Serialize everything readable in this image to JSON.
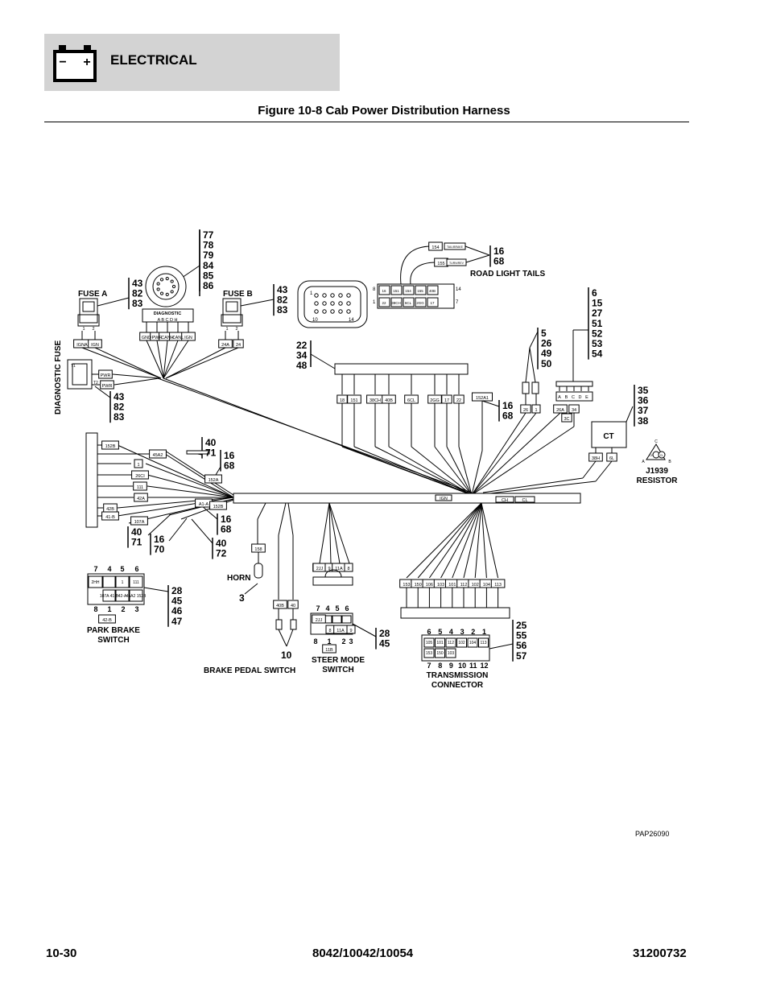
{
  "header": {
    "section": "ELECTRICAL",
    "icon": "battery-icon",
    "battery_minus": "−",
    "battery_plus": "+"
  },
  "figure": {
    "title": "Figure 10-8 Cab Power Distribution Harness",
    "code": "PAP26090"
  },
  "footer": {
    "page": "10-30",
    "models": "8042/10042/10054",
    "doc_number": "31200732"
  },
  "components": {
    "fuse_a": "FUSE A",
    "fuse_b": "FUSE B",
    "diagnostic": "DIAGNOSTIC",
    "diagnostic_pins": "A B C D H",
    "diagnostic_fuse": "DIAGNOSTIC FUSE",
    "road_light_tails": "ROAD LIGHT TAILS",
    "ct": "CT",
    "j1939_line1": "J1939",
    "j1939_line2": "RESISTOR",
    "horn": "HORN",
    "park_brake_line1": "PARK BRAKE",
    "park_brake_line2": "SWITCH",
    "brake_pedal": "BRAKE PEDAL SWITCH",
    "steer_mode_line1": "STEER MODE",
    "steer_mode_line2": "SWITCH",
    "transmission_line1": "TRANSMISSION",
    "transmission_line2": "CONNECTOR"
  },
  "callouts": {
    "c_77_86": [
      "77",
      "78",
      "79",
      "84",
      "85",
      "86"
    ],
    "c_fuse_a": [
      "43",
      "82",
      "83"
    ],
    "c_fuse_b": [
      "43",
      "82",
      "83"
    ],
    "c_diag_fuse": [
      "43",
      "82",
      "83"
    ],
    "c_road_light": [
      "16",
      "68"
    ],
    "c_22_48": [
      "22",
      "34",
      "48"
    ],
    "c_6_54": [
      "6",
      "15",
      "27",
      "51",
      "52",
      "53",
      "54"
    ],
    "c_5_50": [
      "5",
      "26",
      "49",
      "50"
    ],
    "c_16_68_right": [
      "16",
      "68"
    ],
    "c_35_38": [
      "35",
      "36",
      "37",
      "38"
    ],
    "c_40_71_top": [
      "40",
      "71"
    ],
    "c_16_68_left": [
      "16",
      "68"
    ],
    "c_16_68_mid": [
      "16",
      "68"
    ],
    "c_40_71_low": [
      "40",
      "71"
    ],
    "c_16_70": [
      "16",
      "70"
    ],
    "c_40_72": [
      "40",
      "72"
    ],
    "c_horn": "3",
    "c_park_brake": [
      "28",
      "45",
      "46",
      "47"
    ],
    "c_brake_pedal": "10",
    "c_steer_mode": [
      "28",
      "45"
    ],
    "c_transmission": [
      "25",
      "55",
      "56",
      "57"
    ]
  },
  "wire_labels": {
    "fuse_a_wires": [
      "IGNA",
      "IGN"
    ],
    "fuse_a_pins": [
      "1",
      "2"
    ],
    "fuse_b_wires": [
      "24A",
      "24"
    ],
    "fuse_b_pins": [
      "1",
      "2"
    ],
    "diag_fuse_wires": [
      "PWR",
      "PWR"
    ],
    "diag_fuse_pins": [
      "T1",
      "T2"
    ],
    "diagnostic_wires": [
      "GND",
      "PWR",
      "CANH",
      "CANL",
      "IGN"
    ],
    "main_trunk": [
      "18",
      "151",
      "38CH",
      "40B",
      "6CL",
      "2GG",
      "17",
      "22"
    ],
    "wire_152a1": "152A1",
    "road_light_connector_top": [
      "16",
      "151",
      "154",
      "155",
      "40B"
    ],
    "road_light_connector_bottom": [
      "22",
      "38CH",
      "6CL",
      "2GG",
      "17"
    ],
    "road_light_pins": [
      "8",
      "14",
      "1",
      "7"
    ],
    "road_light_wires": [
      "154",
      "155"
    ],
    "road_light_wire_tags": [
      "TAIL/BRAKE",
      "TURN/REV"
    ],
    "deutsch_pins": [
      "1",
      "10",
      "14"
    ],
    "splice_wires": [
      "26",
      "1"
    ],
    "abcde_pins": [
      "A",
      "B",
      "C",
      "D",
      "E"
    ],
    "abcde_wires": [
      "26A",
      "34",
      "3C"
    ],
    "ct_wires": [
      "38H",
      "6L"
    ],
    "j1939_pins": [
      "C",
      "A",
      "B",
      "CH",
      "CL"
    ],
    "left_panel_wires": [
      "152B",
      "45A2",
      "1",
      "26CI",
      "111",
      "42A",
      "42B",
      "41-B"
    ],
    "left_slant_wires": [
      "152A",
      "107A",
      "A1-A",
      "152B"
    ],
    "bus_labels": [
      "IGN",
      "CH",
      "CL"
    ],
    "horn_wire": "158",
    "park_brake_pins_top": [
      "7",
      "4",
      "5",
      "6"
    ],
    "park_brake_pins_bottom": [
      "8",
      "1",
      "2",
      "3"
    ],
    "park_brake_cells": [
      "2HH",
      "",
      "1",
      "111",
      "107A 41-B",
      "42-A",
      "45A2 152B"
    ],
    "park_brake_jumper": "42-B",
    "brake_pedal_wires": [
      "40B",
      "40"
    ],
    "steer_mode_plug": [
      "2JJ",
      "9",
      "11A",
      "8"
    ],
    "steer_mode_pins_top": [
      "7",
      "4",
      "5",
      "6"
    ],
    "steer_mode_pins_bottom": [
      "8",
      "1",
      "2",
      "3"
    ],
    "steer_mode_cells": [
      "2JJ",
      "8",
      "11A",
      "9"
    ],
    "steer_mode_jumper": "11B",
    "transmission_wires": [
      "153",
      "150",
      "106",
      "103",
      "101",
      "112",
      "102",
      "104",
      "113"
    ],
    "transmission_pins_top": [
      "6",
      "5",
      "4",
      "3",
      "2",
      "1"
    ],
    "transmission_pins_bottom": [
      "7",
      "8",
      "9",
      "10",
      "11",
      "12"
    ],
    "transmission_row1": [
      "105",
      "101",
      "112",
      "102",
      "104",
      "113"
    ],
    "transmission_row2": [
      "153",
      "150",
      "103"
    ]
  }
}
